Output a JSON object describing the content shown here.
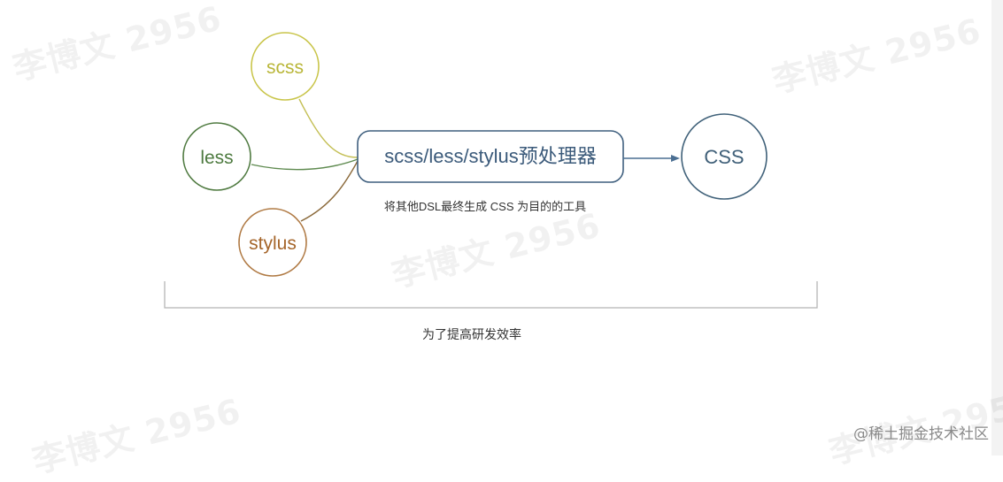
{
  "nodes": {
    "scss": {
      "label": "scss",
      "color": "#b9b638"
    },
    "less": {
      "label": "less",
      "color": "#4d7a3f"
    },
    "stylus": {
      "label": "stylus",
      "color": "#a5652a"
    },
    "processor": {
      "label": "scss/less/stylus预处理器",
      "color": "#3b5a7a"
    },
    "css": {
      "label": "CSS",
      "color": "#3f5f78"
    }
  },
  "caption": "将其他DSL最终生成 CSS 为目的的工具",
  "purpose": "为了提高研发效率",
  "watermark_text": "李博文 2956",
  "site_mark": "@稀土掘金技术社区"
}
